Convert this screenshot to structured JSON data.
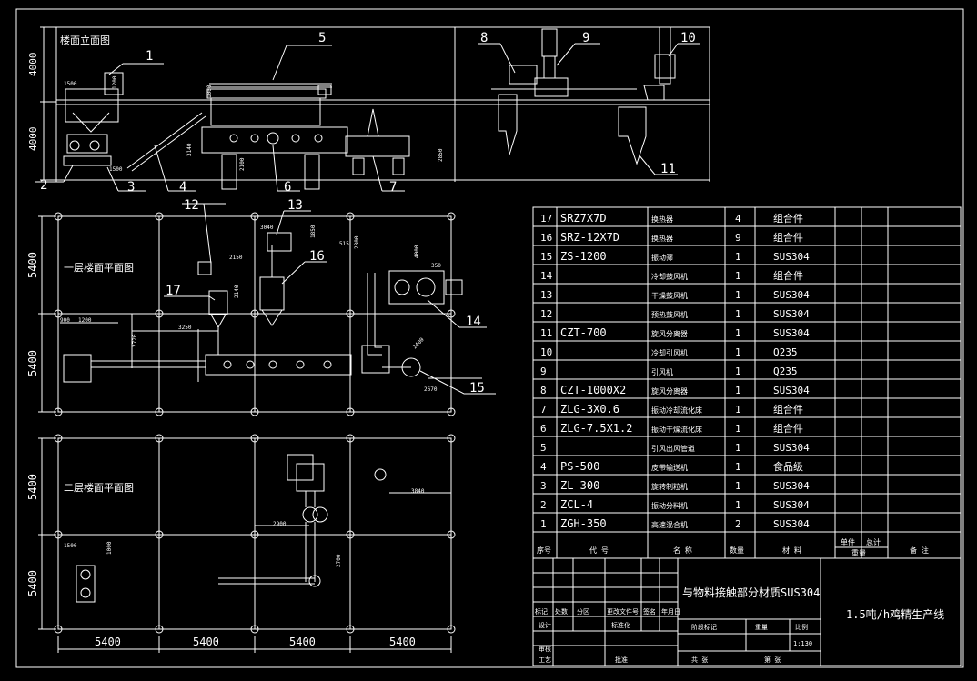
{
  "colors": {
    "background": "#000000",
    "line": "#ffffff"
  },
  "views": {
    "elevation": {
      "title": "楼面立面图",
      "dims_vertical": [
        "4000",
        "4000"
      ],
      "small_dims": [
        "1500",
        "1200",
        "1000",
        "3140",
        "2850",
        "2100",
        "1500"
      ],
      "callouts": [
        "1",
        "2",
        "3",
        "4",
        "5",
        "6",
        "7",
        "8",
        "9",
        "10",
        "11"
      ]
    },
    "floor1": {
      "title": "一层楼面平面图",
      "dims_vertical": [
        "5400",
        "5400"
      ],
      "small_dims": [
        "900",
        "1200",
        "3250",
        "2720",
        "2150",
        "3040",
        "1850",
        "515",
        "2800",
        "4000",
        "2400",
        "2670",
        "350",
        "2140"
      ],
      "callouts": [
        "12",
        "13",
        "14",
        "15",
        "16",
        "17"
      ]
    },
    "floor2": {
      "title": "二层楼面平面图",
      "dims_vertical": [
        "5400",
        "5400"
      ],
      "dims_horizontal": [
        "5400",
        "5400",
        "5400",
        "5400"
      ],
      "small_dims": [
        "1500",
        "2900",
        "2700",
        "3840",
        "1000"
      ]
    }
  },
  "bom": {
    "rows": [
      {
        "no": "17",
        "code": "SRZ7X7D",
        "name": "换热器",
        "qty": "4",
        "material": "组合件"
      },
      {
        "no": "16",
        "code": "SRZ-12X7D",
        "name": "换热器",
        "qty": "9",
        "material": "组合件"
      },
      {
        "no": "15",
        "code": "ZS-1200",
        "name": "振动筛",
        "qty": "1",
        "material": "SUS304"
      },
      {
        "no": "14",
        "code": "",
        "name": "冷却鼓风机",
        "qty": "1",
        "material": "组合件"
      },
      {
        "no": "13",
        "code": "",
        "name": "干燥鼓风机",
        "qty": "1",
        "material": "SUS304"
      },
      {
        "no": "12",
        "code": "",
        "name": "预热鼓风机",
        "qty": "1",
        "material": "SUS304"
      },
      {
        "no": "11",
        "code": "CZT-700",
        "name": "旋风分离器",
        "qty": "1",
        "material": "SUS304"
      },
      {
        "no": "10",
        "code": "",
        "name": "冷却引风机",
        "qty": "1",
        "material": "Q235"
      },
      {
        "no": "9",
        "code": "",
        "name": "引风机",
        "qty": "1",
        "material": "Q235"
      },
      {
        "no": "8",
        "code": "CZT-1000X2",
        "name": "旋风分离器",
        "qty": "1",
        "material": "SUS304"
      },
      {
        "no": "7",
        "code": "ZLG-3X0.6",
        "name": "振动冷却流化床",
        "qty": "1",
        "material": "组合件"
      },
      {
        "no": "6",
        "code": "ZLG-7.5X1.2",
        "name": "振动干燥流化床",
        "qty": "1",
        "material": "组合件"
      },
      {
        "no": "5",
        "code": "",
        "name": "引风出风管道",
        "qty": "1",
        "material": "SUS304"
      },
      {
        "no": "4",
        "code": "PS-500",
        "name": "皮带输送机",
        "qty": "1",
        "material": "食品级"
      },
      {
        "no": "3",
        "code": "ZL-300",
        "name": "旋转制粒机",
        "qty": "1",
        "material": "SUS304"
      },
      {
        "no": "2",
        "code": "ZCL-4",
        "name": "振动分料机",
        "qty": "1",
        "material": "SUS304"
      },
      {
        "no": "1",
        "code": "ZGH-350",
        "name": "高速混合机",
        "qty": "2",
        "material": "SUS304"
      }
    ],
    "header": {
      "no": "序号",
      "code": "代 号",
      "name": "名 称",
      "qty": "数量",
      "material": "材 料",
      "unit_weight": "单件",
      "total_weight": "总计",
      "weight": "重量",
      "remark": "备 注"
    }
  },
  "title_block": {
    "drawing_title": "与物料接触部分材质SUS304",
    "product_title": "1.5吨/h鸡精生产线",
    "scale": "1:130",
    "labels": {
      "mark": "标记",
      "count": "处数",
      "partition": "分区",
      "change_doc": "更改文件号",
      "signature": "签名",
      "date": "年月日",
      "design": "设计",
      "standardize": "标准化",
      "stage_mark": "阶段标记",
      "weight": "重量",
      "scale": "比例",
      "review": "审核",
      "process": "工艺",
      "approve": "批准",
      "sheets_total": "共 张",
      "sheet_no": "第 张"
    }
  }
}
